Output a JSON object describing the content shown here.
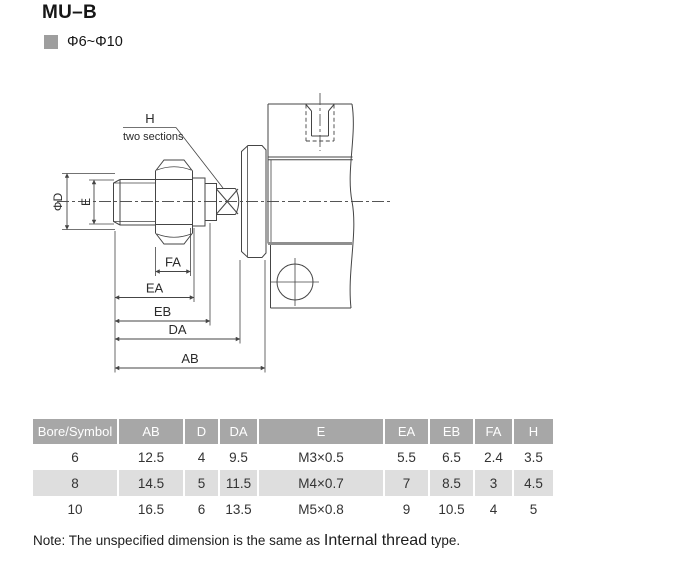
{
  "header": {
    "title": "MU–B",
    "bore_range": "Φ6~Φ10"
  },
  "drawing": {
    "labels": {
      "h": "H",
      "two_sections": "two sections",
      "phi_d": "ΦD",
      "e": "E",
      "fa": "FA",
      "ea": "EA",
      "eb": "EB",
      "da": "DA",
      "ab": "AB"
    }
  },
  "table": {
    "headers": [
      "Bore/Symbol",
      "AB",
      "D",
      "DA",
      "E",
      "EA",
      "EB",
      "FA",
      "H"
    ],
    "rows": [
      [
        "6",
        "12.5",
        "4",
        "9.5",
        "M3×0.5",
        "5.5",
        "6.5",
        "2.4",
        "3.5"
      ],
      [
        "8",
        "14.5",
        "5",
        "11.5",
        "M4×0.7",
        "7",
        "8.5",
        "3",
        "4.5"
      ],
      [
        "10",
        "16.5",
        "6",
        "13.5",
        "M5×0.8",
        "9",
        "10.5",
        "4",
        "5"
      ]
    ]
  },
  "note": {
    "prefix": "Note: The unspecified dimension is the same as ",
    "highlight": "Internal thread",
    "suffix": " type."
  },
  "colors": {
    "table_header_bg": "#a7a7a7",
    "table_stripe_bg": "#dedede",
    "drawing_line": "#454545",
    "bullet": "#9e9e9e"
  }
}
